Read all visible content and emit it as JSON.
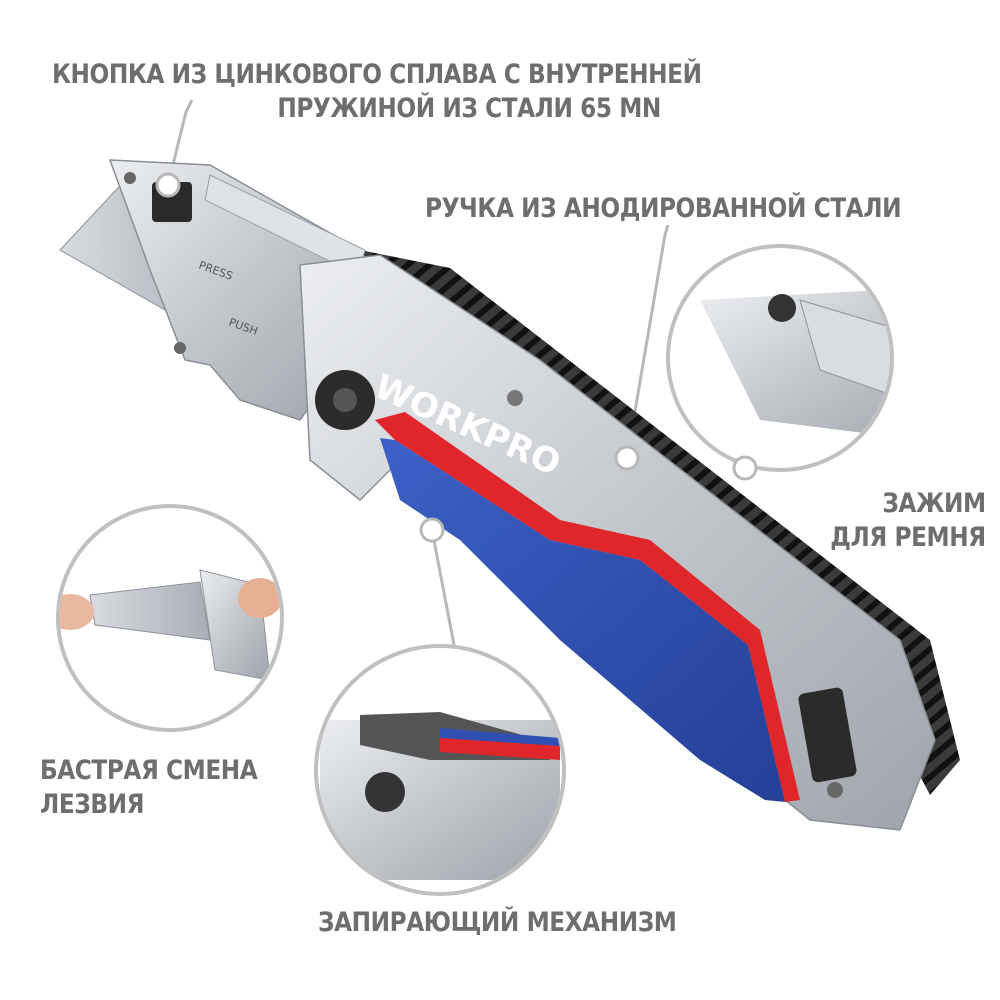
{
  "brand": "WORKPRO",
  "blade_marks": {
    "press": "PRESS",
    "push": "PUSH"
  },
  "labels": {
    "button": [
      "КНОПКА ИЗ ЦИНКОВОГО СПЛАВА С ВНУТРЕННЕЙ",
      "ПРУЖИНОЙ  ИЗ  СТАЛИ 65 MN"
    ],
    "handle": "РУЧКА ИЗ АНОДИРОВАННОЙ СТАЛИ",
    "belt_clip": [
      "ЗАЖИМ",
      "ДЛЯ РЕМНЯ"
    ],
    "blade_change": [
      "БАСТРАЯ СМЕНА",
      "ЛЕЗВИЯ"
    ],
    "lock": "ЗАПИРАЮЩИЙ МЕХАНИЗМ"
  },
  "colors": {
    "label_text": "#6e6e6e",
    "callout_line": "#b8b8b8",
    "handle_blue": "#2f4fb3",
    "handle_red": "#e0262a",
    "body_silver": "#c8cbd0",
    "grip_black": "#2a2a2a"
  }
}
